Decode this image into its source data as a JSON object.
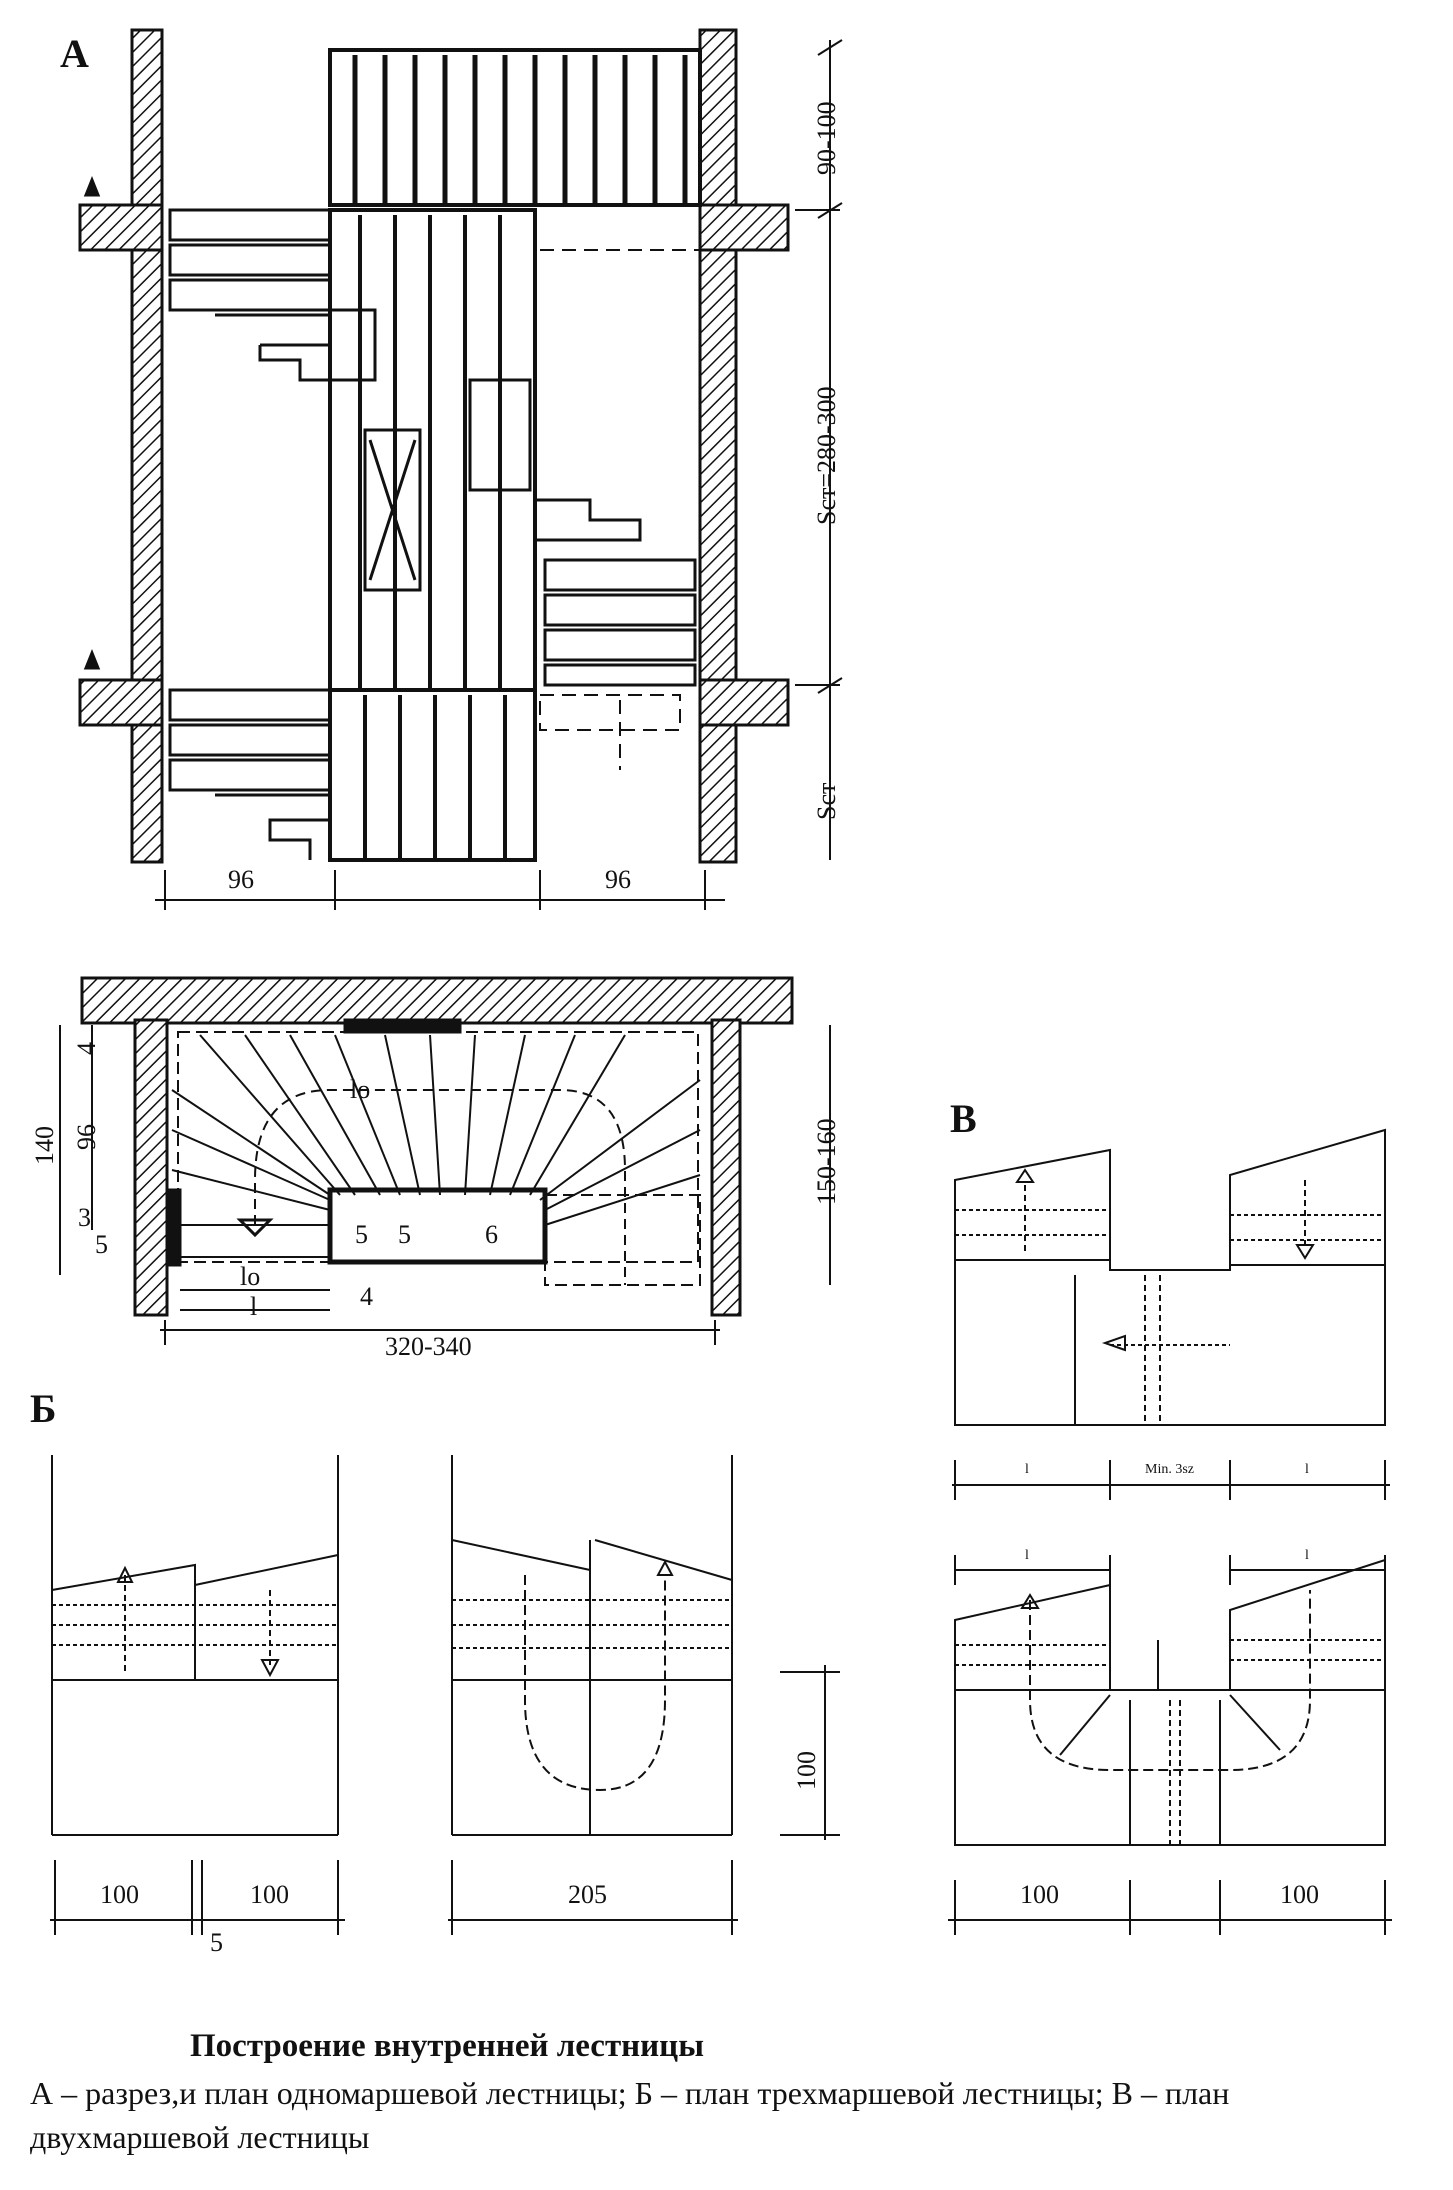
{
  "sections": {
    "a": "А",
    "b": "Б",
    "v": "В"
  },
  "section_a": {
    "dim_top_height": "90-100",
    "dim_floor_height": "Sст=280-300",
    "dim_bottom_height": "Sст",
    "dim_left_width": "96",
    "dim_right_width": "96",
    "plan_total_width": "320-340",
    "plan_depth": "150-160",
    "plan_left_140": "140",
    "plan_left_96": "96",
    "plan_left_4": "4",
    "plan_left_3": "3",
    "plan_left_5": "5",
    "tag_5a": "5",
    "tag_5b": "5",
    "tag_6": "6",
    "tag_4": "4",
    "tag_l": "l",
    "tag_lo": "lо",
    "tag_lo_top": "lо"
  },
  "section_b": {
    "dim_left_1": "100",
    "dim_left_2": "100",
    "dim_gap": "5",
    "dim_right": "205",
    "dim_vertical": "100"
  },
  "section_v": {
    "top_dim_left": "l",
    "top_dim_middle": "Min. 3sz",
    "top_dim_right": "l",
    "bottom_dim_left": "100",
    "bottom_dim_right": "100",
    "bottom_top_l_left": "l",
    "bottom_top_l_right": "l"
  },
  "caption": {
    "title": "Построение внутренней лестницы",
    "body": "А – разрез,и план одномаршевой лестницы; Б – план трехмаршевой лестницы; В – план двухмаршевой лестницы"
  },
  "colors": {
    "ink": "#111111",
    "paper": "#ffffff"
  }
}
